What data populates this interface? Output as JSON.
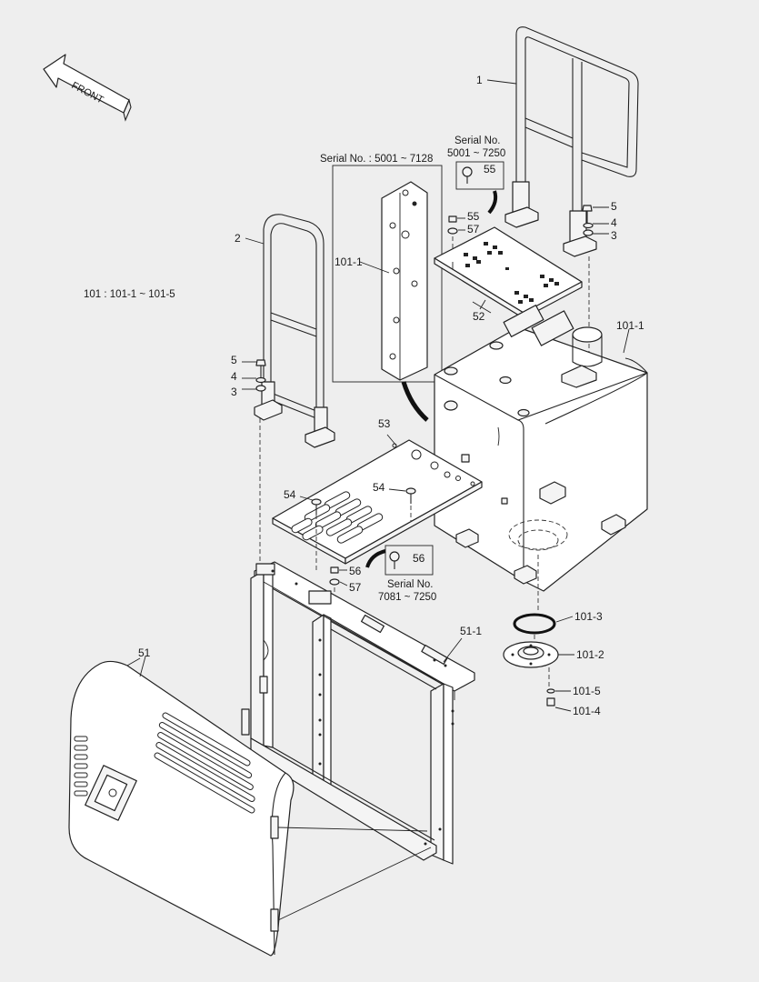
{
  "direction_arrow": {
    "label": "FRONT"
  },
  "note_range": "101 : 101-1 ~ 101-5",
  "serial_notes": {
    "top_left": "Serial No. : 5001 ~ 7128",
    "top_right_line1": "Serial No.",
    "top_right_line2": "5001 ~ 7250",
    "bottom_line1": "Serial No.",
    "bottom_line2": "7081 ~ 7250"
  },
  "callouts": {
    "c1": "1",
    "c2": "2",
    "c3_left": "3",
    "c3_right": "3",
    "c4_left": "4",
    "c4_right": "4",
    "c5_left": "5",
    "c5_right": "5",
    "c51": "51",
    "c51_1": "51-1",
    "c52": "52",
    "c53": "53",
    "c54_left": "54",
    "c54_right": "54",
    "c55_box": "55",
    "c55": "55",
    "c56_box": "56",
    "c56": "56",
    "c57_top": "57",
    "c57_bottom": "57",
    "c101_1_side": "101-1",
    "c101_1_tank": "101-1",
    "c101_2": "101-2",
    "c101_3": "101-3",
    "c101_4": "101-4",
    "c101_5": "101-5"
  }
}
